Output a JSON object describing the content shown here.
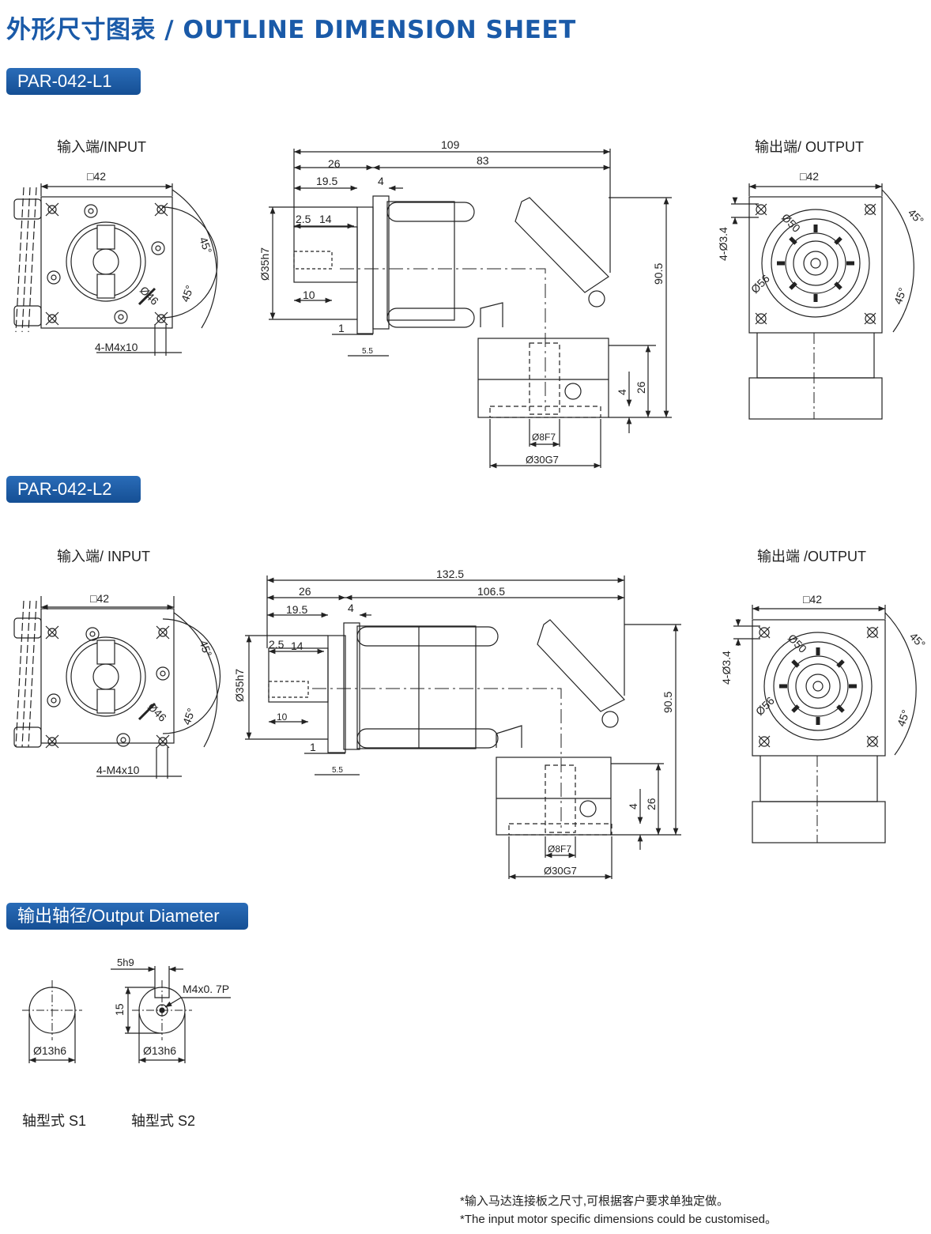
{
  "sheet": {
    "title": "外形尺寸图表 / OUTLINE DIMENSION SHEET",
    "model_l1": "PAR-042-L1",
    "model_l2": "PAR-042-L2",
    "output_diameter_title": "输出轴径/Output Diameter"
  },
  "l1": {
    "input_label": "输入端/INPUT",
    "output_label": "输出端/ OUTPUT",
    "flange_in": "□42",
    "flange_out": "□42",
    "pcd_in": "Ø46",
    "screws": "4-M4x10",
    "angle": "45°",
    "pcd_out_inner": "Ø50",
    "pcd_out_outer": "Ø56",
    "holes_out": "4-Ø3.4",
    "len_total": "109",
    "len_in": "26",
    "len_out": "83",
    "len_19": "19.5",
    "len_4": "4",
    "len_25": "2.5",
    "len_14": "14",
    "bore": "Ø35h7",
    "len_10": "10",
    "len_1": "1",
    "len_55": "5.5",
    "height": "90.5",
    "h26": "26",
    "h4": "4",
    "shaft_bore": "Ø8F7",
    "pilot": "Ø30G7"
  },
  "l2": {
    "input_label": "输入端/ INPUT",
    "output_label": "输出端 /OUTPUT",
    "flange_in": "□42",
    "flange_out": "□42",
    "pcd_in": "Ø46",
    "screws": "4-M4x10",
    "angle": "45°",
    "pcd_out_inner": "Ø50",
    "pcd_out_outer": "Ø56",
    "holes_out": "4-Ø3.4",
    "len_total": "132.5",
    "len_in": "26",
    "len_out": "106.5",
    "len_19": "19.5",
    "len_4": "4",
    "len_25": "2.5",
    "len_14": "14",
    "bore": "Ø35h7",
    "len_10": "10",
    "len_1": "1",
    "len_55": "5.5",
    "height": "90.5",
    "h26": "26",
    "h4": "4",
    "shaft_bore": "Ø8F7",
    "pilot": "Ø30G7"
  },
  "shafts": {
    "s1_dia": "Ø13h6",
    "s2_dia": "Ø13h6",
    "key_width": "5h9",
    "key_height": "15",
    "thread": "M4x0. 7P",
    "s1_label": "轴型式 S1",
    "s2_label": "轴型式 S2"
  },
  "notes": {
    "cn": "*输入马达连接板之尺寸,可根据客户要求单独定做。",
    "en": "*The input motor specific dimensions could be customised。"
  }
}
